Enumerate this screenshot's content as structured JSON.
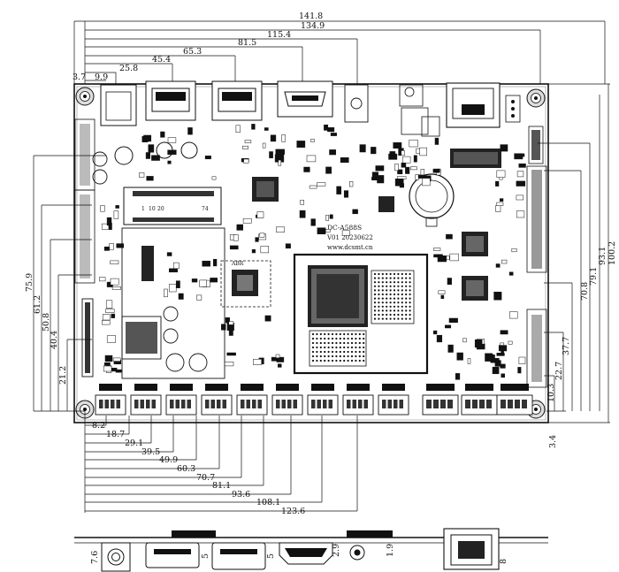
{
  "board": {
    "model": "DC-A588S",
    "version": "V01 20230622",
    "website": "www.dcsmt.cn",
    "part_label": "ABR"
  },
  "dimensions": {
    "top_widths": [
      "141.8",
      "134.9",
      "115.4",
      "81.5",
      "65.3",
      "45.4",
      "25.8",
      "9.9",
      "3.7"
    ],
    "bottom_widths": [
      "8.2",
      "18.7",
      "29.1",
      "39.5",
      "49.9",
      "60.3",
      "70.7",
      "81.1",
      "93.6",
      "108.1",
      "123.6"
    ],
    "left_heights": [
      "75.9",
      "61.2",
      "50.8",
      "40.4",
      "21.2"
    ],
    "right_heights": [
      "100.2",
      "93.1",
      "79.1",
      "70.8",
      "37.7",
      "22.7",
      "10.3",
      "3.4"
    ],
    "side_view": [
      "7.6",
      "5",
      "5",
      "2.9",
      "1.9",
      "8"
    ]
  },
  "colors": {
    "line": "#111111",
    "background": "#ffffff"
  }
}
